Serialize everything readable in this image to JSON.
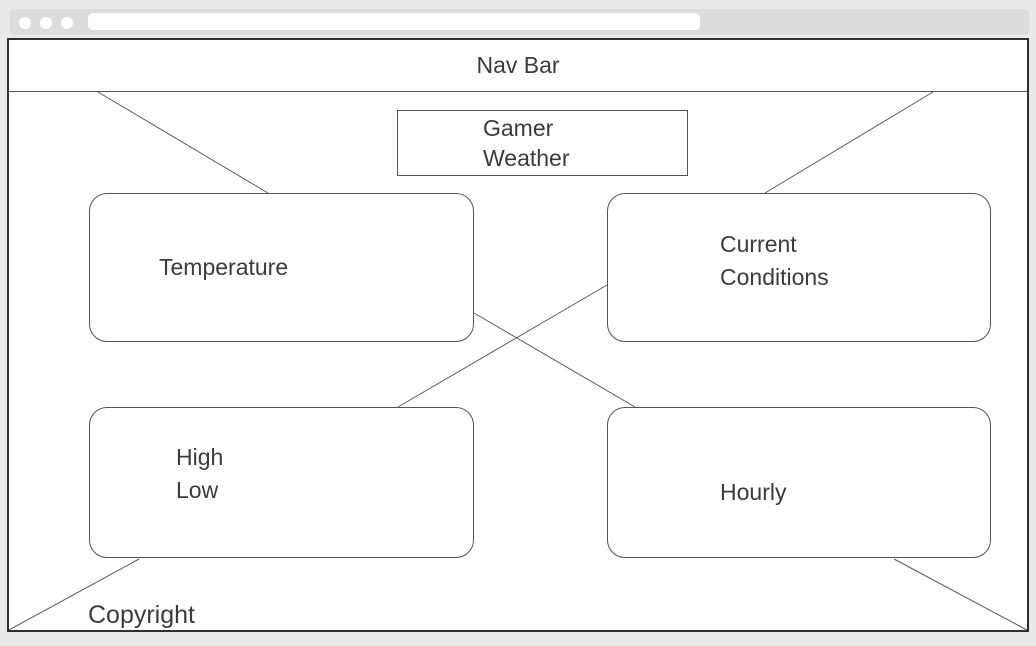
{
  "browser_chrome": {
    "window_controls": [
      "window-dot",
      "window-dot",
      "window-dot"
    ],
    "address_bar": {
      "value": ""
    }
  },
  "window": {
    "navbar": {
      "title": "Nav Bar"
    },
    "logo": {
      "lines": [
        "Gamer",
        "Weather"
      ]
    },
    "cards": [
      {
        "id": "temperature",
        "lines": [
          "Temperature"
        ]
      },
      {
        "id": "current-conditions",
        "lines": [
          "Current",
          "Conditions"
        ]
      },
      {
        "id": "high-low",
        "lines": [
          "High",
          "Low"
        ]
      },
      {
        "id": "hourly",
        "lines": [
          "Hourly"
        ]
      }
    ],
    "footer": {
      "copyright_label": "Copyright"
    }
  },
  "colors": {
    "page_background": "#e9e9e9",
    "chrome_bar": "#dcdcdc",
    "window_border": "#2f2f2f",
    "wireframe_stroke": "#545454",
    "text": "#3b3b3b"
  }
}
